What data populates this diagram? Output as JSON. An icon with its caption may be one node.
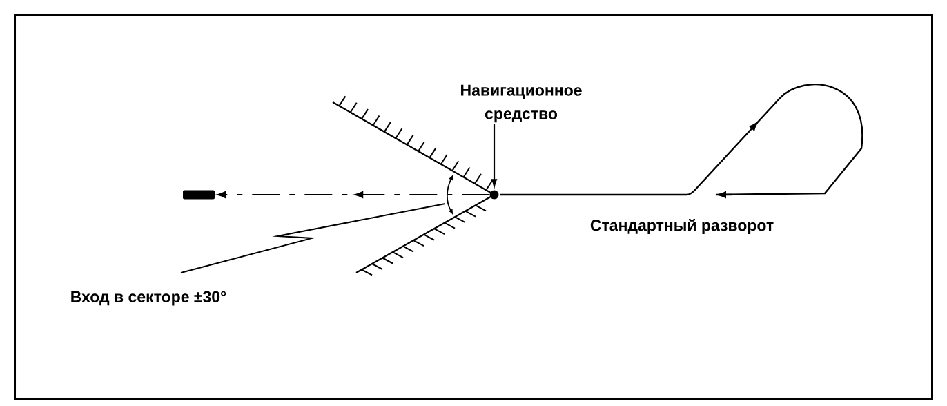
{
  "diagram": {
    "nodes": [
      {
        "text": [
          "Навигационное средство"
        ]
      },
      {
        "text": [],
        "shape": "circle"
      },
      {
        "text": [],
        "shape": "bar"
      }
    ],
    "edges": [
      {
        "from": 0,
        "to": 1,
        "arrow": "to"
      },
      {
        "from": 1,
        "to": 2,
        "arrow": "to",
        "style": "dashed"
      }
    ],
    "labels": [
      "Стандартный разворот",
      "Вход в секторе ±30°"
    ]
  }
}
